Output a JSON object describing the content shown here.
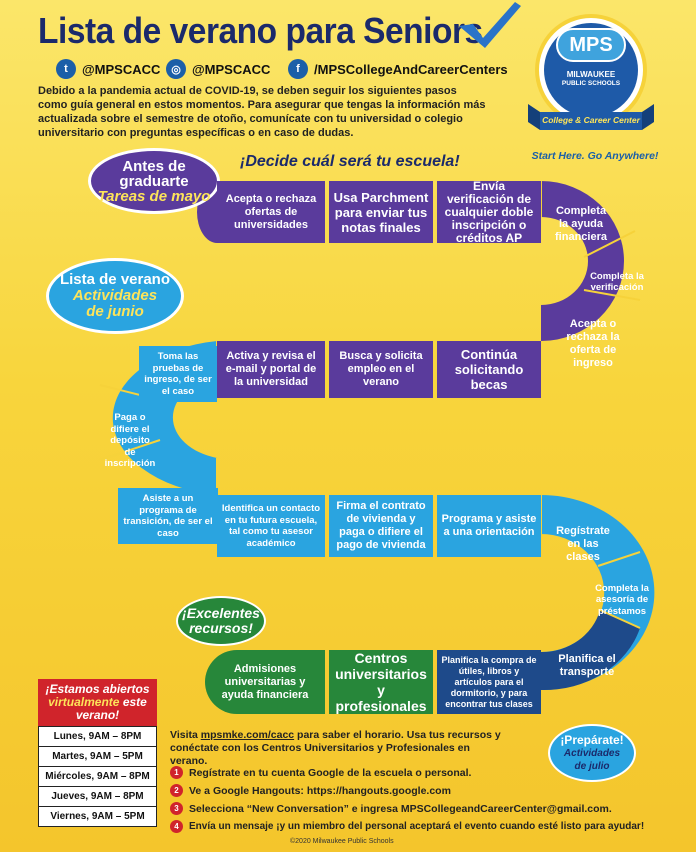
{
  "header": {
    "title": "Lista de verano para Seniors",
    "social": [
      {
        "icon": "twitter-icon",
        "glyph": "t",
        "handle": "@MPSCACC"
      },
      {
        "icon": "instagram-icon",
        "glyph": "◎",
        "handle": "@MPSCACC"
      },
      {
        "icon": "facebook-icon",
        "glyph": "f",
        "handle": "/MPSCollegeAndCareerCenters"
      }
    ],
    "intro": "Debido a la pandemia actual de COVID-19, se deben seguir los siguientes pasos como guía general en estos momentos. Para asegurar que tengas la información más actualizada sobre el semestre de otoño, comunícate con tu universidad o colegio universitario con preguntas específicas o en caso de dudas."
  },
  "logo": {
    "mps": "MPS",
    "line1": "MILWAUKEE",
    "line2": "PUBLIC SCHOOLS",
    "ribbon": "College & Career Center",
    "tagline": "Start Here. Go Anywhere!"
  },
  "sections": {
    "may_bubble": {
      "line1": "Antes de",
      "line2": "graduarte",
      "accent": "Tareas de mayo"
    },
    "may_heading": "¡Decide cuál será tu escuela!",
    "june_bubble": {
      "line1": "Lista de verano",
      "accent1": "Actividades",
      "accent2": "de junio"
    },
    "resources_bubble": {
      "line1": "¡Excelentes",
      "line2": "recursos!"
    },
    "july_bubble": {
      "line1": "¡Prepárate!",
      "accent1": "Actividades",
      "accent2": "de julio"
    }
  },
  "tiles": {
    "row1": [
      "Acepta o rechaza ofertas de universidades",
      "Usa Parchment para enviar tus notas finales",
      "Envía verificación de cualquier doble inscripción o créditos AP"
    ],
    "curve_right1": [
      "Completa la ayuda financiera",
      "Completa la verificación",
      "Acepta o rechaza la oferta de ingreso"
    ],
    "row2": [
      "Continúa solicitando becas",
      "Busca y solicita empleo en el verano",
      "Activa y revisa el e-mail y portal de la universidad"
    ],
    "curve_left": [
      "Toma las pruebas de ingreso, de ser el caso",
      "Paga o difiere el depósito de inscripción",
      "Asiste a un programa de transición, de ser el caso"
    ],
    "row3": [
      "Identifica un contacto en tu futura escuela, tal como tu asesor académico",
      "Firma el contrato de vivienda y paga o difiere el pago de vivienda",
      "Programa y asiste a una orientación"
    ],
    "curve_right2": [
      "Regístrate en las clases",
      "Completa la asesoría de préstamos",
      "Planifica el transporte"
    ],
    "row4": [
      "Planifica la compra de útiles, libros y artículos para el dormitorio, y para encontrar tus clases",
      "Centros universitarios y profesionales",
      "Admisiones universitarias y ayuda financiera"
    ]
  },
  "hours": {
    "head1": "¡Estamos abiertos",
    "head2": "virtualmente",
    "head3": "este",
    "head4": "verano!",
    "rows": [
      "Lunes, 9AM – 8PM",
      "Martes, 9AM – 5PM",
      "Miércoles, 9AM – 8PM",
      "Jueves, 9AM – 8PM",
      "Viernes, 9AM – 5PM"
    ]
  },
  "visit": {
    "prefix": "Visita ",
    "link": "mpsmke.com/cacc",
    "suffix": " para saber el horario. Usa tus recursos y conéctate con los Centros Universitarios y Profesionales en verano."
  },
  "steps": [
    {
      "n": "1",
      "text": "Regístrate en tu cuenta Google de la escuela o personal."
    },
    {
      "n": "2",
      "text": "Ve a Google Hangouts: https://hangouts.google.com"
    },
    {
      "n": "3",
      "text": "Selecciona “New Conversation” e ingresa MPSCollegeandCareerCenter@gmail.com."
    },
    {
      "n": "4",
      "text": "Envía un mensaje ¡y un miembro del personal aceptará el evento cuando esté listo para ayudar!"
    }
  ],
  "footer": "©2020 Milwaukee Public Schools",
  "colors": {
    "navy": "#1b2a6b",
    "purple": "#5a3b9c",
    "blue": "#2aa4e0",
    "green": "#27873a",
    "red": "#d0242b",
    "yellow": "#f8d53c"
  }
}
